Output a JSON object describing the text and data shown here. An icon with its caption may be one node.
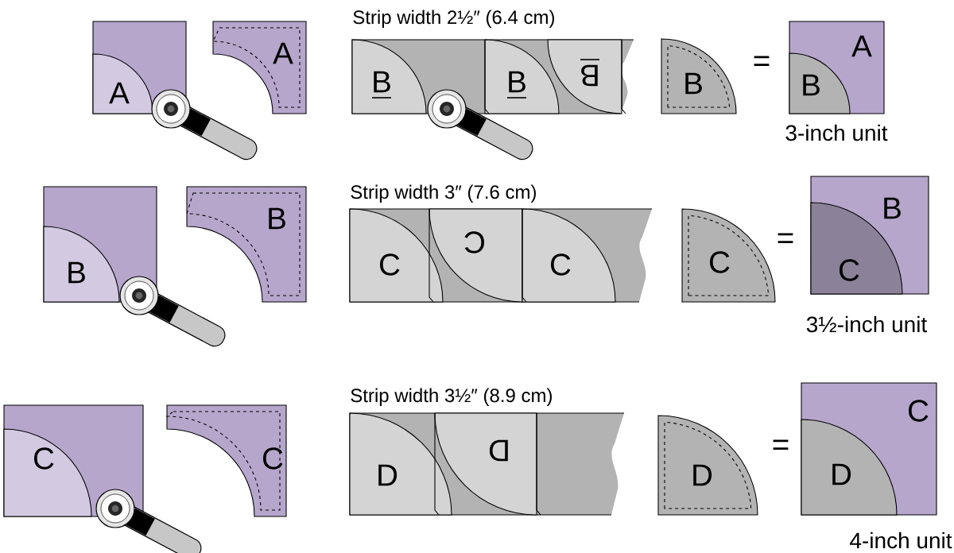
{
  "diagram": {
    "nodes": [
      {
        "text": [
          "A"
        ]
      },
      {
        "text": [
          "A"
        ]
      },
      {
        "text": [
          "Strip width 2½″ (6.4 cm)"
        ]
      },
      {
        "text": [
          "B"
        ],
        "in": 2
      },
      {
        "text": [
          "B"
        ],
        "in": 2
      },
      {
        "text": [
          "B"
        ],
        "in": 2
      },
      {
        "text": [
          "B"
        ]
      },
      {
        "text": [
          "A"
        ],
        "beside": [
          "3-inch unit"
        ]
      },
      {
        "text": [
          "B"
        ],
        "in": 7
      },
      {
        "text": [
          "B"
        ]
      },
      {
        "text": [
          "B"
        ]
      },
      {
        "text": [
          "Strip width 3″ (7.6 cm)"
        ]
      },
      {
        "text": [
          "C"
        ],
        "in": 11
      },
      {
        "text": [
          "C"
        ],
        "in": 11
      },
      {
        "text": [
          "C"
        ],
        "in": 11
      },
      {
        "text": [
          "C"
        ]
      },
      {
        "text": [
          "B"
        ],
        "beside": [
          "3½-inch unit"
        ]
      },
      {
        "text": [
          "C"
        ],
        "in": 16
      },
      {
        "text": [
          "C"
        ]
      },
      {
        "text": [
          "C"
        ]
      },
      {
        "text": [
          "Strip width 3½″ (8.9 cm)"
        ]
      },
      {
        "text": [
          "D"
        ],
        "in": 20
      },
      {
        "text": [
          "D"
        ],
        "in": 20
      },
      {
        "text": [
          "D"
        ]
      },
      {
        "text": [
          "C"
        ],
        "beside": [
          "4-inch unit"
        ]
      },
      {
        "text": [
          "D"
        ],
        "in": 24
      }
    ],
    "labels": [
      "=",
      "=",
      "="
    ]
  }
}
